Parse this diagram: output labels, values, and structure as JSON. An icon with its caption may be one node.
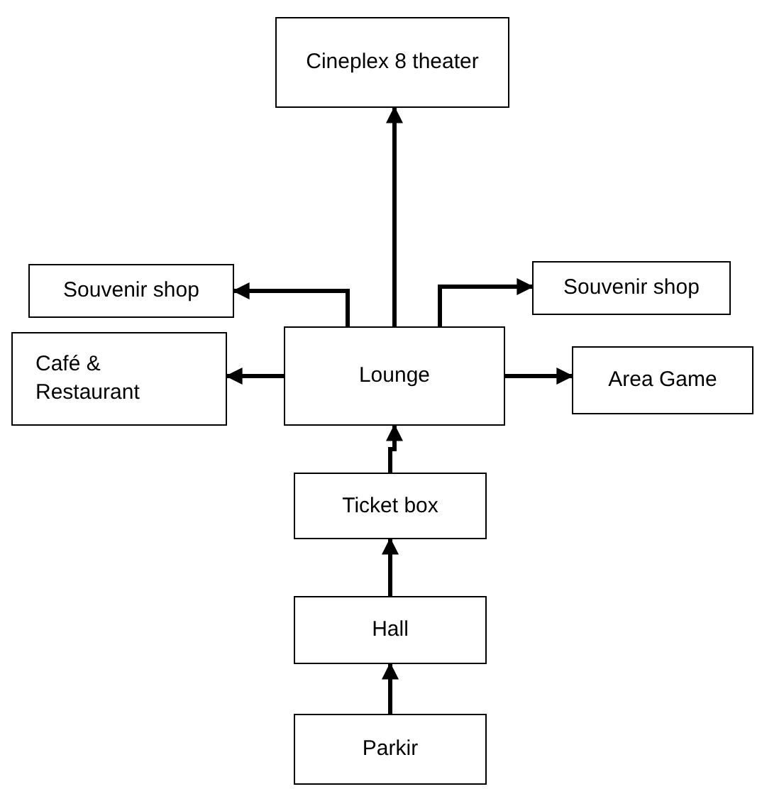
{
  "diagram": {
    "nodes": [
      {
        "text": [
          "Cineplex 8 theater"
        ]
      },
      {
        "text": [
          "Souvenir shop"
        ]
      },
      {
        "text": [
          "Souvenir shop"
        ]
      },
      {
        "text": [
          "Café & Restaurant"
        ]
      },
      {
        "text": [
          "Lounge"
        ]
      },
      {
        "text": [
          "Area Game"
        ]
      },
      {
        "text": [
          "Ticket box"
        ]
      },
      {
        "text": [
          "Hall"
        ]
      },
      {
        "text": [
          "Parkir"
        ]
      }
    ],
    "edges": [
      {
        "from": 4,
        "to": 0,
        "arrow": "to"
      },
      {
        "from": 4,
        "to": 1,
        "arrow": "to"
      },
      {
        "from": 4,
        "to": 2,
        "arrow": "to"
      },
      {
        "from": 4,
        "to": 3,
        "arrow": "to"
      },
      {
        "from": 4,
        "to": 5,
        "arrow": "to"
      },
      {
        "from": 6,
        "to": 4,
        "arrow": "to"
      },
      {
        "from": 7,
        "to": 6,
        "arrow": "to"
      },
      {
        "from": 8,
        "to": 7,
        "arrow": "to"
      }
    ]
  }
}
